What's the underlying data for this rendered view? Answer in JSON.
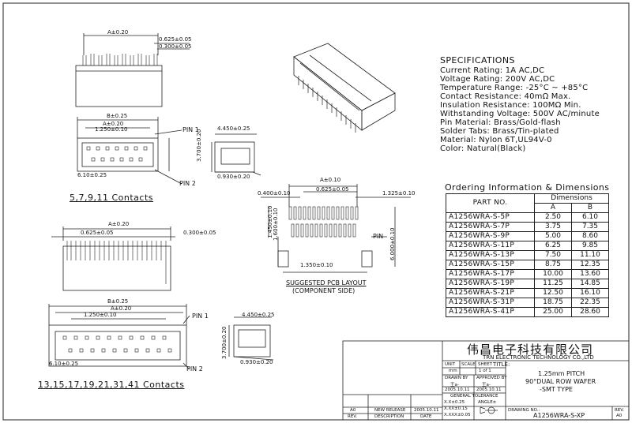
{
  "specifications": {
    "title": "SPECIFICATIONS",
    "lines": [
      "Current Rating: 1A AC,DC",
      "Voltage Rating: 200V AC,DC",
      "Temperature Range: -25°C ~ +85°C",
      "Contact Resistance: 40mΩ Max.",
      "Insulation Resistance: 100MΩ Min.",
      "Withstanding Voltage: 500V AC/minute",
      "Pin Material: Brass/Gold-flash",
      "Solder Tabs: Brass/Tin-plated",
      "Material: Nylon 6T,UL94V-0",
      "Color: Natural(Black)"
    ]
  },
  "ordering": {
    "title": "Ordering Information & Dimensions",
    "col_part": "PART NO.",
    "col_dims": "Dimensions",
    "col_a": "A",
    "col_b": "B",
    "rows": [
      {
        "part": "A1256WRA-S-5P",
        "a": "2.50",
        "b": "6.10"
      },
      {
        "part": "A1256WRA-S-7P",
        "a": "3.75",
        "b": "7.35"
      },
      {
        "part": "A1256WRA-S-9P",
        "a": "5.00",
        "b": "8.60"
      },
      {
        "part": "A1256WRA-S-11P",
        "a": "6.25",
        "b": "9.85"
      },
      {
        "part": "A1256WRA-S-13P",
        "a": "7.50",
        "b": "11.10"
      },
      {
        "part": "A1256WRA-S-15P",
        "a": "8.75",
        "b": "12.35"
      },
      {
        "part": "A1256WRA-S-17P",
        "a": "10.00",
        "b": "13.60"
      },
      {
        "part": "A1256WRA-S-19P",
        "a": "11.25",
        "b": "14.85"
      },
      {
        "part": "A1256WRA-S-21P",
        "a": "12.50",
        "b": "16.10"
      },
      {
        "part": "A1256WRA-S-31P",
        "a": "18.75",
        "b": "22.35"
      },
      {
        "part": "A1256WRA-S-41P",
        "a": "25.00",
        "b": "28.60"
      }
    ]
  },
  "drawing_labels": {
    "small_contacts": "5,7,9,11 Contacts",
    "large_contacts": "13,15,17,19,21,31,41 Contacts",
    "pcb_layout": "SUGGESTED PCB LAYOUT",
    "component_side": "(COMPONENT SIDE)",
    "pin1": "PIN 1",
    "pin2": "PIN 2",
    "pin": "PIN"
  },
  "dimensions": {
    "a_tol": "A±0.20",
    "b_tol": "B±0.25",
    "a_tol_small": "A±0.20",
    "pitch": "0.625±0.05",
    "pin_width": "0.300±0.05",
    "pin_width2": "0.300±0.05",
    "pitch2": "1.250±0.10",
    "depth": "4.450±0.25",
    "height": "3.700±0.20",
    "tab": "0.930±0.20",
    "width_small": "6.10±0.25",
    "pcb_a": "A±0.10",
    "pcb_pitch": "0.625±0.05",
    "pcb_pad_w": "0.400±0.10",
    "pcb_tab": "1.325±0.10",
    "pcb_pad_l": "1.450±0.10",
    "pcb_gap": "1.600±0.10",
    "pcb_span": "1.350±0.10",
    "pcb_total": "6.000±0.10"
  },
  "title_block": {
    "company_cn": "伟昌电子科技有限公司",
    "company_en": "TRN ELECTRONIC TECHNOLOGY CO.,LTD",
    "unit_label": "UNIT",
    "unit_value": "mm",
    "scale_label": "SCALE",
    "scale_value": "",
    "sheet_label": "SHEET",
    "sheet_value": "1 of 1",
    "title_label": "TITLE:",
    "title_lines": [
      "1.25mm PITCH",
      "90°DUAL ROW WAFER",
      "-SMT TYPE"
    ],
    "drawn_label": "DRAWN BY",
    "drawn_name": "王a-",
    "drawn_date": "2005.10.11",
    "approved_label": "APPROVED BY",
    "approved_name": "王a-",
    "approved_date": "2005.10.11",
    "tolerance_label": "GENERAL TOLERANCE",
    "tol1": "X.X±0.25",
    "tol2": "X.XX±0.15",
    "tol3": "X.XXX±0.05",
    "angle_label": "ANGLE±",
    "drawing_no_label": "DRAWING NO.:",
    "drawing_no": "A1256WRA-S-XP",
    "rev_label": "REV.",
    "rev_value": "A0",
    "rev_row_rev": "A0",
    "rev_row_desc": "NEW RELEASE",
    "rev_row_date": "2005.10.11",
    "rev_head_rev": "REV.",
    "rev_head_desc": "DESCRIPTION",
    "rev_head_date": "DATE"
  }
}
